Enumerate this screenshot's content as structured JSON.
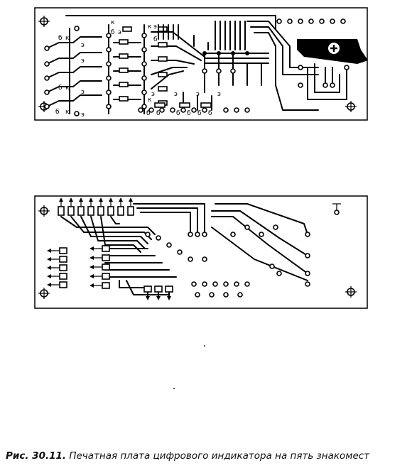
{
  "caption": {
    "figure_label": "Рис. 30.11.",
    "text": "Печатная плата цифрового индикатора на пять знакомест"
  },
  "board_top": {
    "labels": [
      "б",
      "к",
      "э",
      "к",
      "э",
      "б",
      "э",
      "б",
      "к",
      "э",
      "б",
      "к",
      "э",
      "к",
      "э",
      "б",
      "э",
      "к",
      "э",
      "э",
      "э",
      "б",
      "б",
      "б",
      "б",
      "б",
      "б",
      "+"
    ]
  },
  "board_bottom": {
    "labels": []
  }
}
